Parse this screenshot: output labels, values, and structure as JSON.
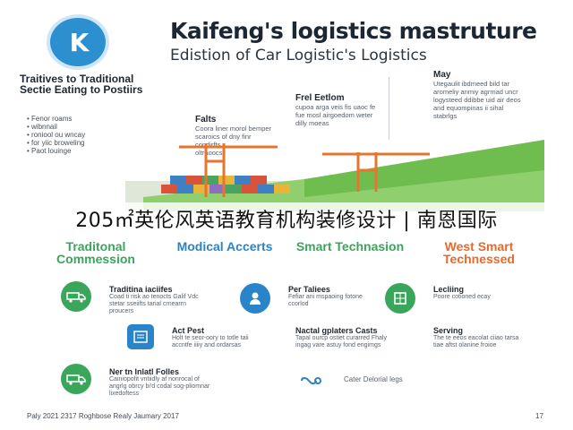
{
  "header": {
    "logo_text": "K",
    "title": "Kaifeng's logistics mastruture",
    "subtitle": "Edistion of Car Logistic's Logistics"
  },
  "left_panel": {
    "heading": "Traitives to Traditional Sectie Eating to Postiirs",
    "items": [
      "Fenor roams",
      "wibnnail",
      "roniool ou wncay",
      "for yiic broweling",
      "Paot louinge"
    ]
  },
  "columns": [
    {
      "heading": "Falts",
      "text": "Coora liner morol bemper scaroics of dny finr condirfts",
      "extra": "oltraoocs"
    },
    {
      "heading": "Frel Eetlom",
      "text": "cupoa arga veis fis uaoc fe fue mosl airgoedom weter dilly moeas",
      "extra": ""
    },
    {
      "heading": "May",
      "text": "Utegaulit ibdmeed bild tar aromeliy anmiy agrmad uncr logysteed ddibbe uid air deos and equompinas ii sihal stabrlgs",
      "extra": ""
    }
  ],
  "banner": {
    "text": "205㎡英伦风英语教育机构装修设计 | 南恩国际"
  },
  "categories": [
    {
      "label": "Traditonal Commession",
      "color": "#3aa65b"
    },
    {
      "label": "Modical Accerts",
      "color": "#2a84c9"
    },
    {
      "label": "Smart Technasion",
      "color": "#3aa65b"
    },
    {
      "label": "West Smart Technessed",
      "color": "#e86a2a"
    }
  ],
  "rows": [
    {
      "title": "Traditina iaciifes",
      "text": "Coad ti risk ao tenocts Galif Vdc stetar sseiifts tarial crnearrn proucers",
      "icon": "truck-icon"
    },
    {
      "title": "Act Pest",
      "text": "Holt te seor-oory to totle taii accntfe iiiiy and ordarsas",
      "icon": "document-icon"
    },
    {
      "title": "Ner tn Inlatl Folles",
      "text": "Cainiopofit vntiidly af nonrocal of angrlg obrcy bi'd codal sog-pliomnar lixedoftess",
      "icon": "truck-icon"
    },
    {
      "title": "Per Taliees",
      "text": "Fefiar ani mspaoing fotone ccorlod",
      "icon": "user-icon"
    },
    {
      "title": "Nactal gplaters Casts",
      "text": "Tapal ourcp ostiet curarred Fhaly ingag vare astuy fond engimgs",
      "icon": "none"
    },
    {
      "title": "",
      "text": "Cater Delorial legs",
      "icon": "link-icon"
    },
    {
      "title": "Lecliing",
      "text": "Poore cotioned ecay",
      "icon": "box-icon"
    },
    {
      "title": "Serving",
      "text": "The te eeos eacolat ciiao tarsa tiae aftst olanine froioe",
      "icon": "none"
    }
  ],
  "footer": {
    "left": "Paly 2021 2317 Roghbose Realy Jaumary 2017",
    "page": "17"
  },
  "colors": {
    "green": "#3aa65b",
    "blue": "#2a84c9",
    "orange": "#e86a2a",
    "logo": "#2c8fd0"
  }
}
